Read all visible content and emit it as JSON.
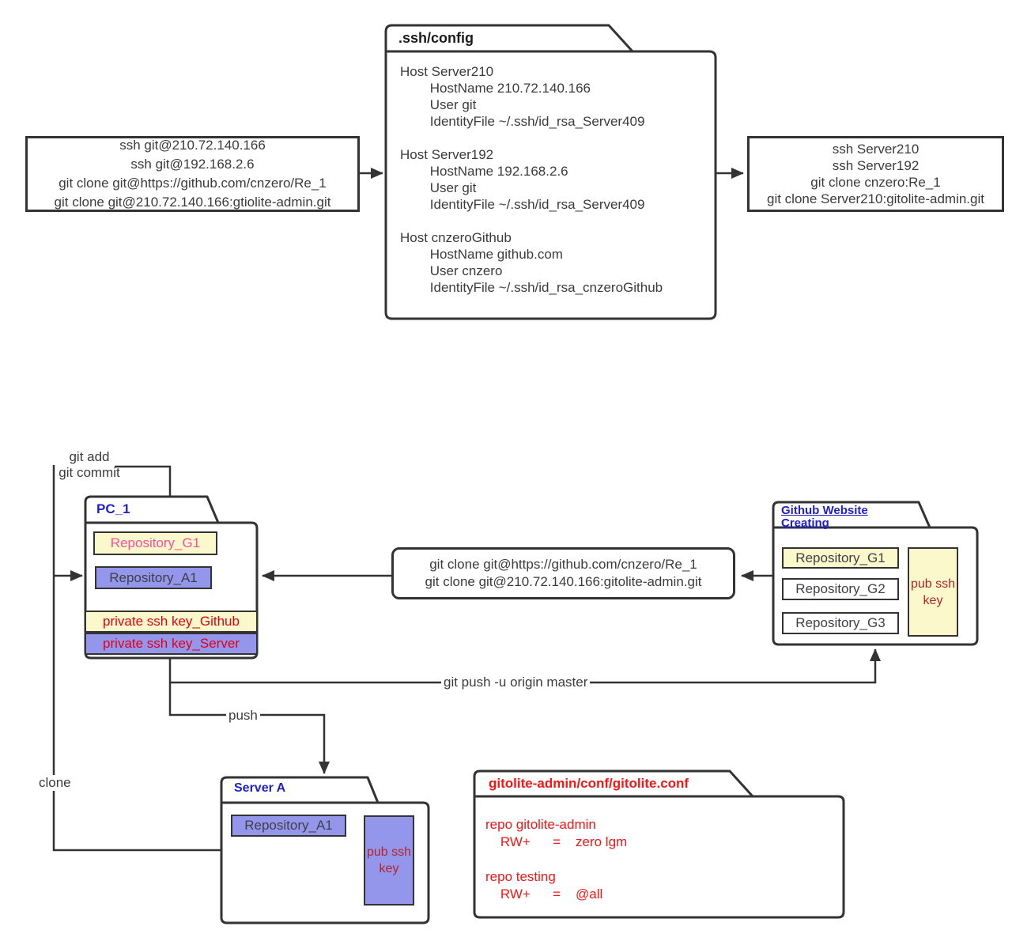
{
  "diagram": {
    "top_left_box": {
      "lines": [
        "ssh git@210.72.140.166",
        "ssh git@192.168.2.6",
        "git clone git@https://github.com/cnzero/Re_1",
        "git clone git@210.72.140.166:gtiolite-admin.git"
      ]
    },
    "ssh_config": {
      "title": ".ssh/config",
      "lines": [
        "Host Server210",
        "        HostName 210.72.140.166",
        "        User git",
        "        IdentityFile ~/.ssh/id_rsa_Server409",
        "",
        "Host Server192",
        "        HostName 192.168.2.6",
        "        User git",
        "        IdentityFile ~/.ssh/id_rsa_Server409",
        "",
        "Host cnzeroGithub",
        "        HostName github.com",
        "        User cnzero",
        "        IdentityFile ~/.ssh/id_rsa_cnzeroGithub"
      ]
    },
    "top_right_box": {
      "lines": [
        "ssh Server210",
        "ssh Server192",
        "git clone cnzero:Re_1",
        "git clone Server210:gitolite-admin.git"
      ]
    },
    "pc1": {
      "title": "PC_1",
      "repo_g1": "Repository_G1",
      "repo_a1": "Repository_A1",
      "key_github": "private ssh key_Github",
      "key_server": "private ssh key_Server"
    },
    "clone_box": {
      "lines": [
        "git clone git@https://github.com/cnzero/Re_1",
        "git clone git@210.72.140.166:gitolite-admin.git"
      ]
    },
    "github": {
      "title": "Github Website Creating",
      "repo_g1": "Repository_G1",
      "repo_g2": "Repository_G2",
      "repo_g3": "Repository_G3",
      "pub_key": "pub ssh key"
    },
    "server_a": {
      "title": "Server A",
      "repo_a1": "Repository_A1",
      "pub_key": "pub ssh key"
    },
    "gitolite_conf": {
      "title": "gitolite-admin/conf/gitolite.conf",
      "lines": [
        "repo gitolite-admin",
        "    RW+      =    zero lgm",
        "",
        "repo testing",
        "    RW+      =    @all"
      ]
    },
    "edge_labels": {
      "git_add_commit": [
        "git add",
        "git commit"
      ],
      "clone": "clone",
      "push": "push",
      "git_push": "git push -u origin master"
    }
  },
  "colors": {
    "accent_blue": "#1F1FCE",
    "accent_red": "#FA1414",
    "key_red": "#E30016",
    "pink": "#FF4DA0",
    "dark_red": "#B3242A",
    "cream": "#FBF9CB",
    "purple": "#9496EB",
    "line": "#333333",
    "text": "#3B3B3B"
  }
}
